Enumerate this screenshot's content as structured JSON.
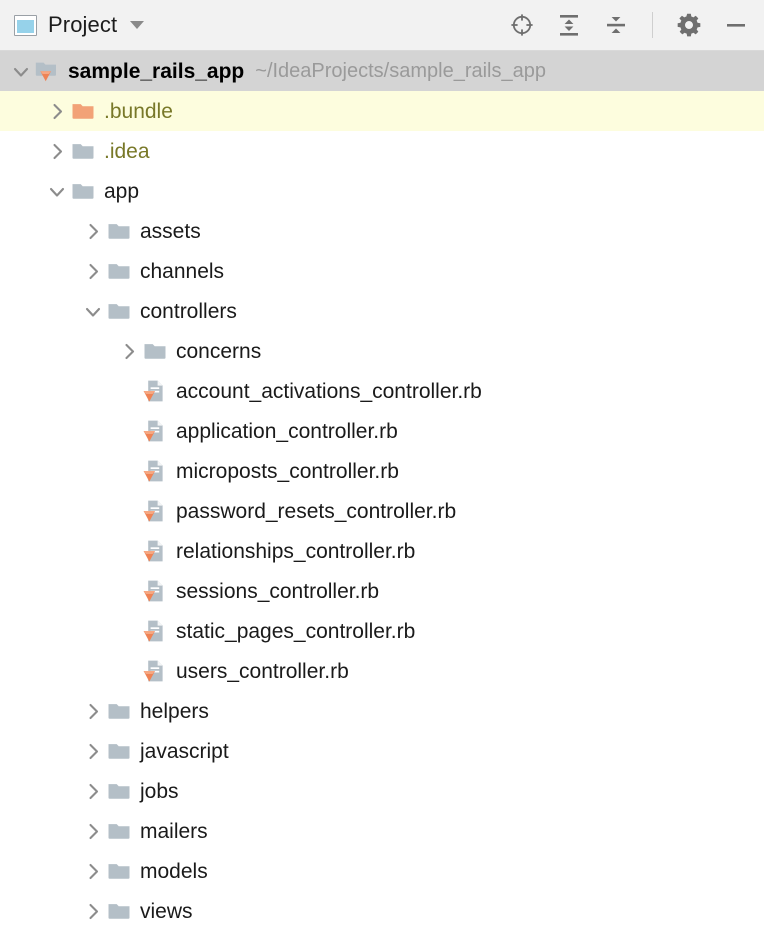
{
  "header": {
    "title": "Project",
    "icon": "project-window-icon",
    "dropdown_icon": "chevron-down-icon",
    "toolbar": [
      {
        "name": "select-opened-file-button",
        "icon": "crosshair-target-icon"
      },
      {
        "name": "expand-all-button",
        "icon": "expand-all-icon"
      },
      {
        "name": "collapse-all-button",
        "icon": "collapse-all-icon"
      },
      {
        "name": "settings-button",
        "icon": "gear-icon"
      },
      {
        "name": "hide-button",
        "icon": "minus-icon"
      }
    ]
  },
  "colors": {
    "header_bg": "#f2f2f2",
    "selection_bg": "#d4d4d4",
    "highlight_bg": "#fdfdde",
    "folder_gray": "#b0bcc4",
    "folder_orange": "#f2a277",
    "ruby_gem": "#ee8355",
    "olive_text": "#787828",
    "path_text": "#9a9a9a",
    "accent_blue": "#96d2ea"
  },
  "tree": [
    {
      "id": "sample_rails_app",
      "label": "sample_rails_app",
      "path": "~/IdeaProjects/sample_rails_app",
      "depth": 0,
      "icon": "ruby-project-folder-icon",
      "state": "expanded",
      "style": "root",
      "selected": true,
      "highlight": false
    },
    {
      "id": "bundle",
      "label": ".bundle",
      "depth": 1,
      "icon": "folder-orange-icon",
      "state": "collapsed",
      "style": "olive",
      "selected": false,
      "highlight": true
    },
    {
      "id": "idea",
      "label": ".idea",
      "depth": 1,
      "icon": "folder-icon",
      "state": "collapsed",
      "style": "olive",
      "selected": false,
      "highlight": false
    },
    {
      "id": "app",
      "label": "app",
      "depth": 1,
      "icon": "folder-icon",
      "state": "expanded",
      "style": "normal",
      "selected": false,
      "highlight": false
    },
    {
      "id": "assets",
      "label": "assets",
      "depth": 2,
      "icon": "folder-icon",
      "state": "collapsed",
      "style": "normal",
      "selected": false,
      "highlight": false
    },
    {
      "id": "channels",
      "label": "channels",
      "depth": 2,
      "icon": "folder-icon",
      "state": "collapsed",
      "style": "normal",
      "selected": false,
      "highlight": false
    },
    {
      "id": "controllers",
      "label": "controllers",
      "depth": 2,
      "icon": "folder-icon",
      "state": "expanded",
      "style": "normal",
      "selected": false,
      "highlight": false
    },
    {
      "id": "concerns",
      "label": "concerns",
      "depth": 3,
      "icon": "folder-icon",
      "state": "collapsed",
      "style": "normal",
      "selected": false,
      "highlight": false
    },
    {
      "id": "account_activations_controller",
      "label": "account_activations_controller.rb",
      "depth": 3,
      "icon": "ruby-file-icon",
      "state": "leaf",
      "style": "normal",
      "selected": false,
      "highlight": false
    },
    {
      "id": "application_controller",
      "label": "application_controller.rb",
      "depth": 3,
      "icon": "ruby-file-icon",
      "state": "leaf",
      "style": "normal",
      "selected": false,
      "highlight": false
    },
    {
      "id": "microposts_controller",
      "label": "microposts_controller.rb",
      "depth": 3,
      "icon": "ruby-file-icon",
      "state": "leaf",
      "style": "normal",
      "selected": false,
      "highlight": false
    },
    {
      "id": "password_resets_controller",
      "label": "password_resets_controller.rb",
      "depth": 3,
      "icon": "ruby-file-icon",
      "state": "leaf",
      "style": "normal",
      "selected": false,
      "highlight": false
    },
    {
      "id": "relationships_controller",
      "label": "relationships_controller.rb",
      "depth": 3,
      "icon": "ruby-file-icon",
      "state": "leaf",
      "style": "normal",
      "selected": false,
      "highlight": false
    },
    {
      "id": "sessions_controller",
      "label": "sessions_controller.rb",
      "depth": 3,
      "icon": "ruby-file-icon",
      "state": "leaf",
      "style": "normal",
      "selected": false,
      "highlight": false
    },
    {
      "id": "static_pages_controller",
      "label": "static_pages_controller.rb",
      "depth": 3,
      "icon": "ruby-file-icon",
      "state": "leaf",
      "style": "normal",
      "selected": false,
      "highlight": false
    },
    {
      "id": "users_controller",
      "label": "users_controller.rb",
      "depth": 3,
      "icon": "ruby-file-icon",
      "state": "leaf",
      "style": "normal",
      "selected": false,
      "highlight": false
    },
    {
      "id": "helpers",
      "label": "helpers",
      "depth": 2,
      "icon": "folder-icon",
      "state": "collapsed",
      "style": "normal",
      "selected": false,
      "highlight": false
    },
    {
      "id": "javascript",
      "label": "javascript",
      "depth": 2,
      "icon": "folder-icon",
      "state": "collapsed",
      "style": "normal",
      "selected": false,
      "highlight": false
    },
    {
      "id": "jobs",
      "label": "jobs",
      "depth": 2,
      "icon": "folder-icon",
      "state": "collapsed",
      "style": "normal",
      "selected": false,
      "highlight": false
    },
    {
      "id": "mailers",
      "label": "mailers",
      "depth": 2,
      "icon": "folder-icon",
      "state": "collapsed",
      "style": "normal",
      "selected": false,
      "highlight": false
    },
    {
      "id": "models",
      "label": "models",
      "depth": 2,
      "icon": "folder-icon",
      "state": "collapsed",
      "style": "normal",
      "selected": false,
      "highlight": false
    },
    {
      "id": "views",
      "label": "views",
      "depth": 2,
      "icon": "folder-icon",
      "state": "collapsed",
      "style": "normal",
      "selected": false,
      "highlight": false
    }
  ]
}
